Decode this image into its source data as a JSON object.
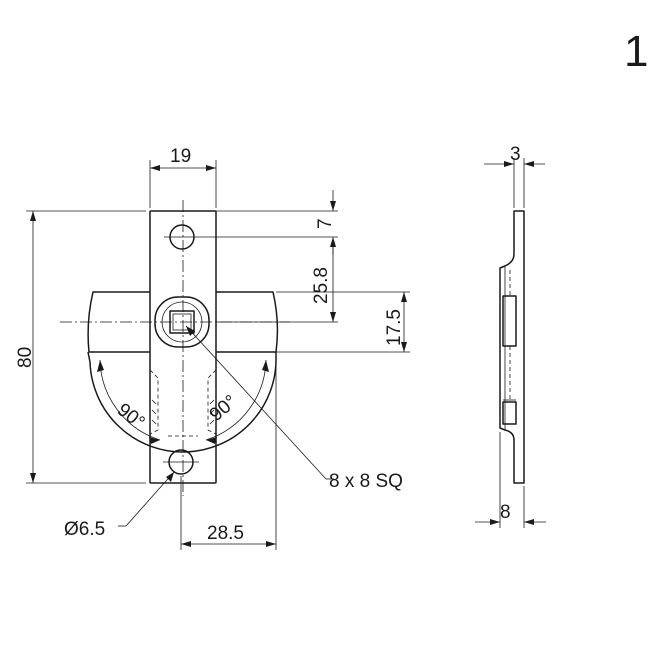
{
  "sheet_number": "1",
  "front_view": {
    "width_top": "19",
    "height_total": "80",
    "hole_offset_top": "7",
    "hole_to_spindle": "25.8",
    "spindle_offset": "17.5",
    "swing_angle_left": "90°",
    "swing_angle_right": "90°",
    "spindle_callout": "8 x 8 SQ",
    "hole_diameter": "Ø6.5",
    "arm_length": "28.5"
  },
  "side_view": {
    "plate_thickness": "3",
    "overall_depth": "8"
  }
}
